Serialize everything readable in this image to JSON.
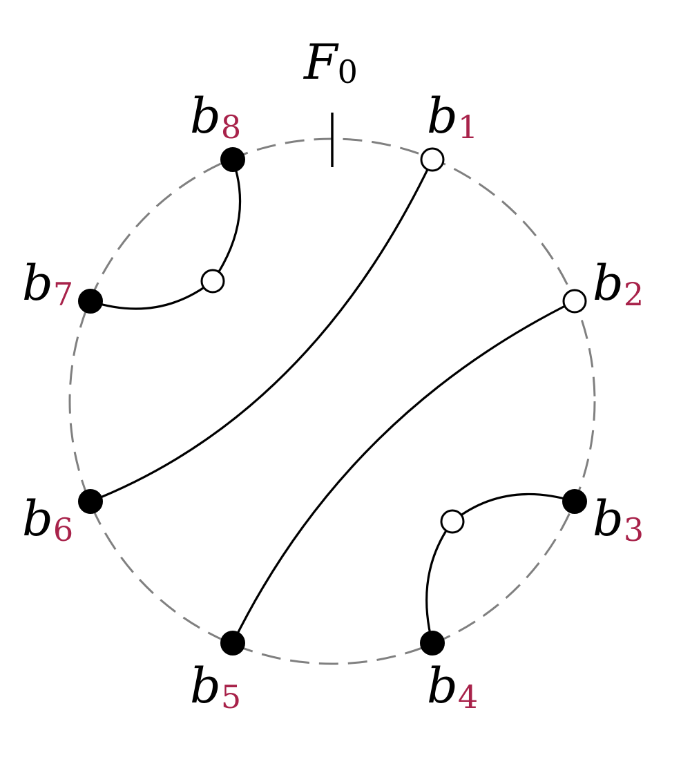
{
  "diagram": {
    "top_label": {
      "letter": "F",
      "sub": "0"
    },
    "points": [
      {
        "id": "b1",
        "letter": "b",
        "sub": "1"
      },
      {
        "id": "b2",
        "letter": "b",
        "sub": "2"
      },
      {
        "id": "b3",
        "letter": "b",
        "sub": "3"
      },
      {
        "id": "b4",
        "letter": "b",
        "sub": "4"
      },
      {
        "id": "b5",
        "letter": "b",
        "sub": "5"
      },
      {
        "id": "b6",
        "letter": "b",
        "sub": "6"
      },
      {
        "id": "b7",
        "letter": "b",
        "sub": "7"
      },
      {
        "id": "b8",
        "letter": "b",
        "sub": "8"
      }
    ],
    "colors": {
      "subscript_accent": "#a8224a",
      "boundary": "#808080",
      "stroke": "#000000"
    }
  }
}
